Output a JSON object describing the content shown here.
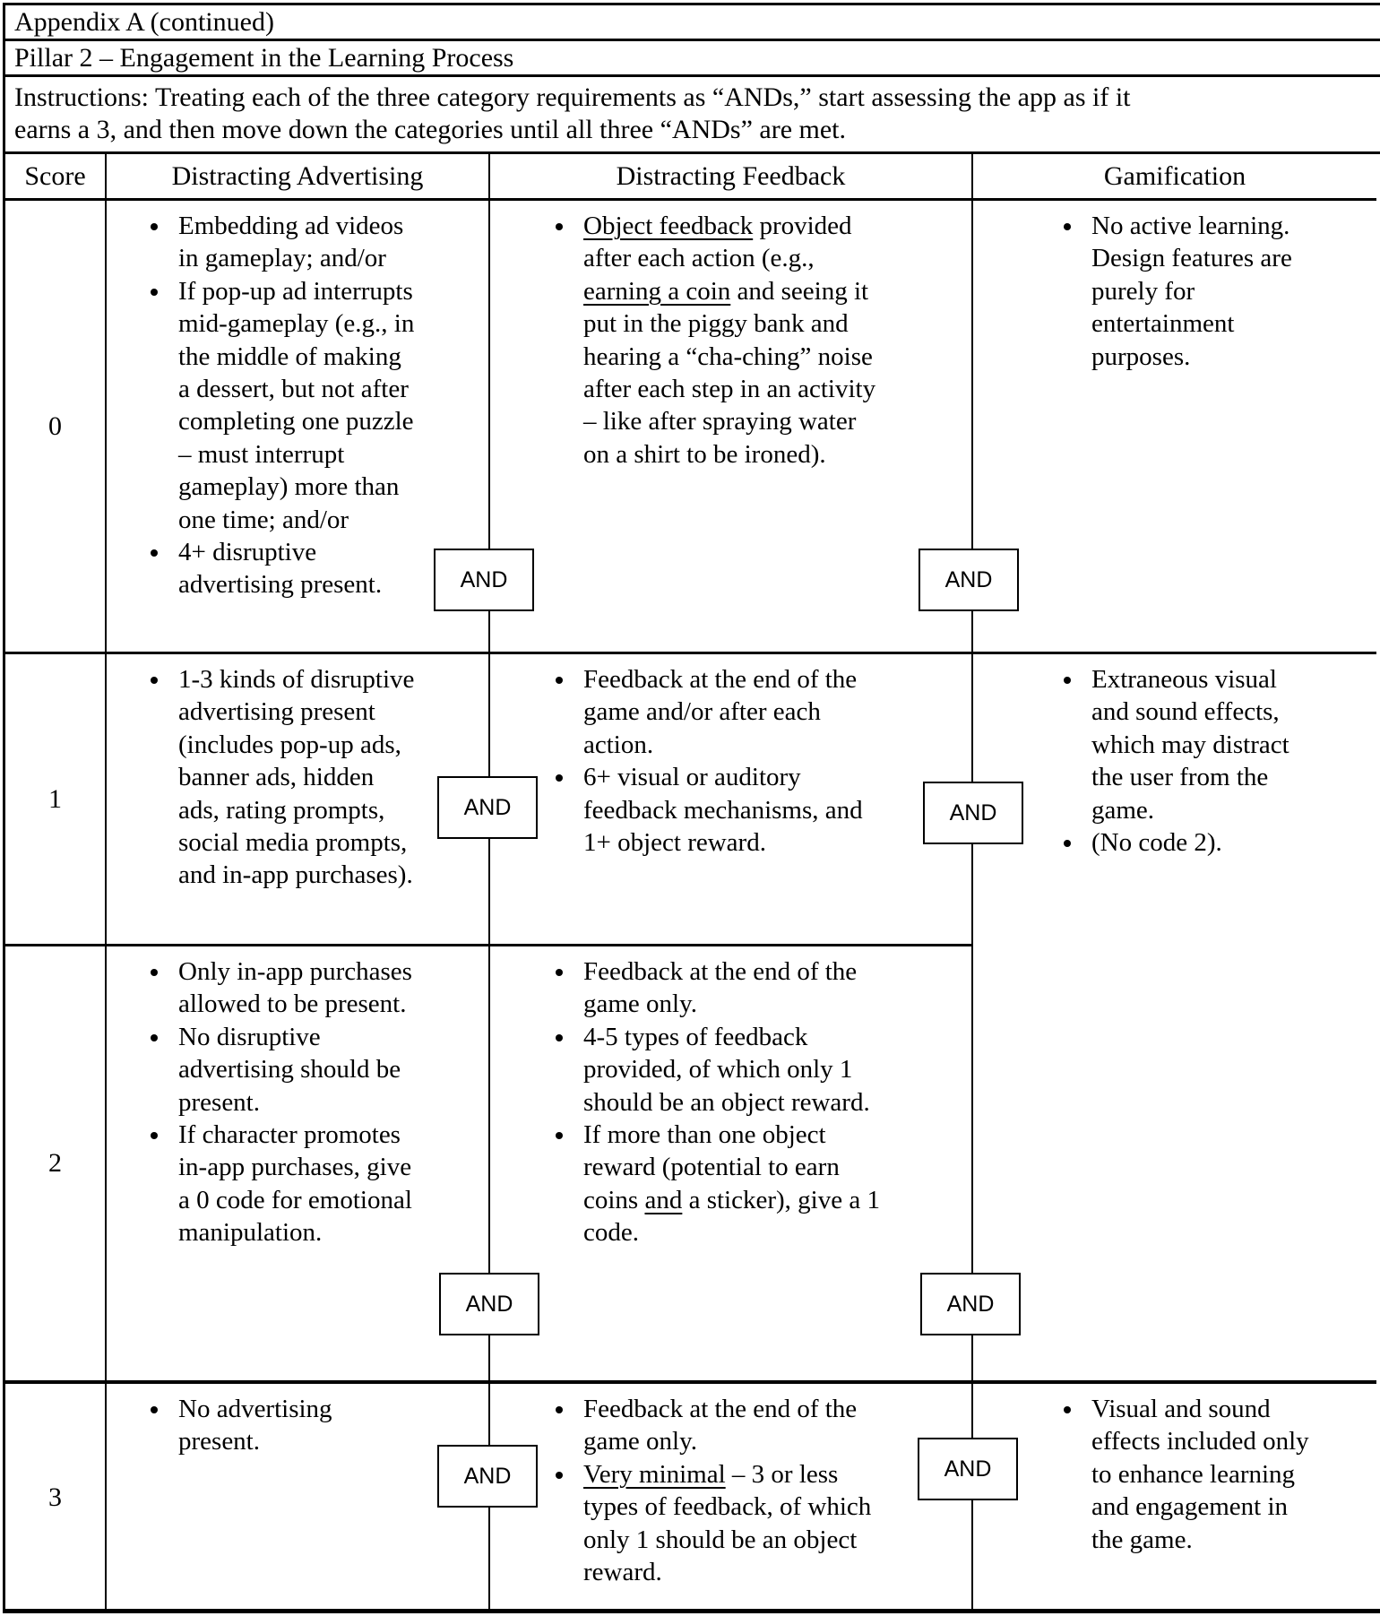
{
  "page": {
    "appendix_title": "Appendix A (continued)",
    "pillar_title": "Pillar 2 – Engagement in the Learning Process",
    "instructions": "Instructions: Treating each of the three category requirements as “ANDs,” start assessing the app as if it\nearns a 3, and then move down the categories until all three “ANDs” are met."
  },
  "table": {
    "and_label": "AND",
    "headers": [
      "Score",
      "Distracting Advertising",
      "Distracting Feedback",
      "Gamification"
    ],
    "scores": [
      "0",
      "1",
      "2",
      "3"
    ],
    "cells": [
      {
        "advertising": [
          [
            {
              "t": "Embedding ad videos\nin gameplay; and/or",
              "u": false
            }
          ],
          [
            {
              "t": "If pop-up ad interrupts\nmid-gameplay (e.g., in\nthe middle of making\na dessert, but not after\ncompleting one puzzle\n– must interrupt\ngameplay) more than\none time; and/or",
              "u": false
            }
          ],
          [
            {
              "t": "4+ disruptive\nadvertising present.",
              "u": false
            }
          ]
        ],
        "feedback": [
          [
            {
              "t": "Object feedback",
              "u": true
            },
            {
              "t": " provided\nafter each action (e.g.,\n",
              "u": false
            },
            {
              "t": "earning a coin",
              "u": true
            },
            {
              "t": " and seeing it\nput in the piggy bank and\nhearing a “cha-ching” noise\nafter each step in an activity\n– like after spraying water\non a shirt to be ironed).",
              "u": false
            }
          ]
        ],
        "gamification": [
          [
            {
              "t": "No active learning.\nDesign features are\npurely for\nentertainment\npurposes.",
              "u": false
            }
          ]
        ]
      },
      {
        "advertising": [
          [
            {
              "t": "1-3 kinds of disruptive\nadvertising present\n(includes pop-up ads,\nbanner ads, hidden\nads, rating prompts,\nsocial media prompts,\nand in-app purchases).",
              "u": false
            }
          ]
        ],
        "feedback": [
          [
            {
              "t": "Feedback at the end of the\ngame and/or after each\naction.",
              "u": false
            }
          ],
          [
            {
              "t": "6+ visual or auditory\nfeedback mechanisms, and\n1+ object reward.",
              "u": false
            }
          ]
        ],
        "gamification": [
          [
            {
              "t": "Extraneous visual\nand sound effects,\nwhich may distract\nthe user from the\ngame.",
              "u": false
            }
          ],
          [
            {
              "t": "(No code 2).",
              "u": false
            }
          ]
        ]
      },
      {
        "advertising": [
          [
            {
              "t": "Only in-app purchases\nallowed to be present.",
              "u": false
            }
          ],
          [
            {
              "t": "No disruptive\nadvertising should be\npresent.",
              "u": false
            }
          ],
          [
            {
              "t": "If character promotes\nin-app purchases, give\na 0 code for emotional\nmanipulation.",
              "u": false
            }
          ]
        ],
        "feedback": [
          [
            {
              "t": "Feedback at the end of the\ngame only.",
              "u": false
            }
          ],
          [
            {
              "t": "4-5 types of feedback\nprovided, of which only 1\nshould be an object reward.",
              "u": false
            }
          ],
          [
            {
              "t": "If more than one object\nreward (potential to earn\ncoins ",
              "u": false
            },
            {
              "t": "and",
              "u": true
            },
            {
              "t": " a sticker), give a 1\ncode.",
              "u": false
            }
          ]
        ]
      },
      {
        "advertising": [
          [
            {
              "t": "No advertising\npresent.",
              "u": false
            }
          ]
        ],
        "feedback": [
          [
            {
              "t": "Feedback at the end of the\ngame only.",
              "u": false
            }
          ],
          [
            {
              "t": "Very minimal",
              "u": true
            },
            {
              "t": " – 3 or less\ntypes of feedback, of which\nonly 1 should be an object\nreward.",
              "u": false
            }
          ]
        ],
        "gamification": [
          [
            {
              "t": "Visual and sound\neffects included only\nto enhance learning\nand engagement in\nthe game.",
              "u": false
            }
          ]
        ]
      }
    ]
  }
}
